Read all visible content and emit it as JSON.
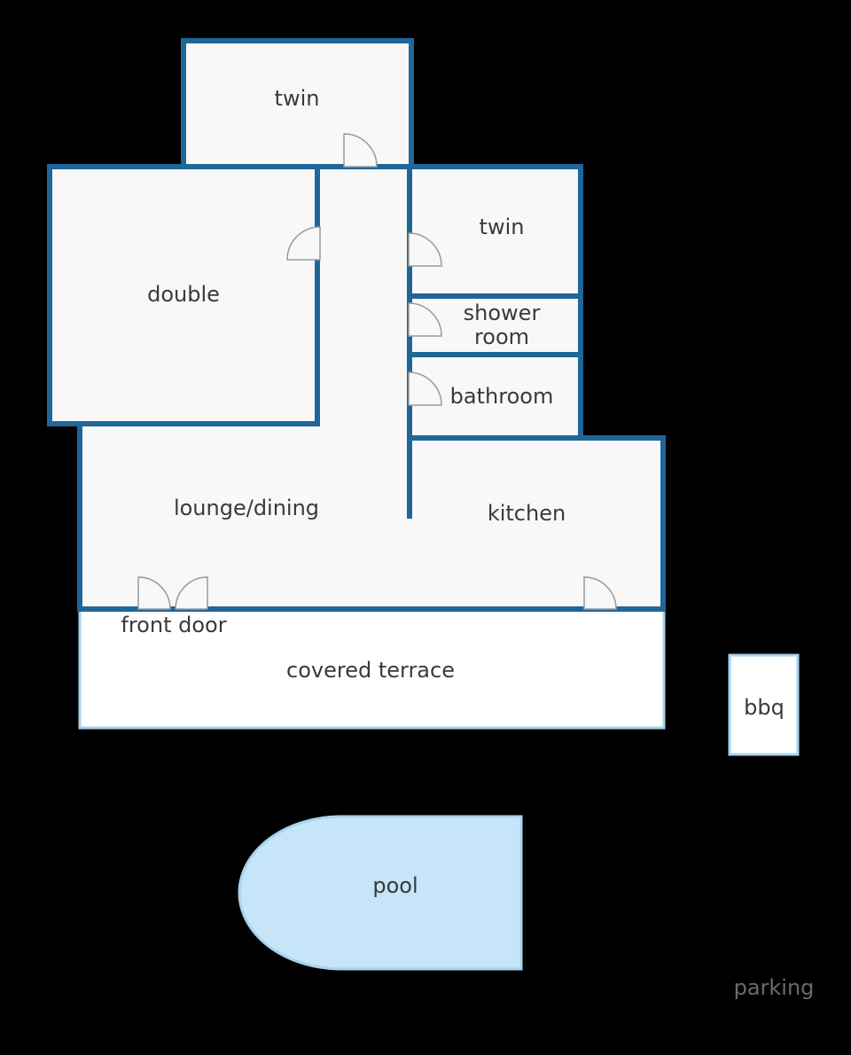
{
  "rooms": {
    "twin_top": "twin",
    "double": "double",
    "twin_right": "twin",
    "shower_line1": "shower",
    "shower_line2": "room",
    "bathroom": "bathroom",
    "lounge": "lounge/dining",
    "kitchen": "kitchen",
    "front_door": "front door",
    "terrace": "covered terrace",
    "bbq": "bbq",
    "pool": "pool",
    "parking": "parking"
  },
  "colors": {
    "background": "#000000",
    "wall": "#1f6699",
    "floor": "#f8f8f8",
    "outdoor_outline": "#a8d2ee",
    "pool_fill": "#c6e5f9"
  }
}
